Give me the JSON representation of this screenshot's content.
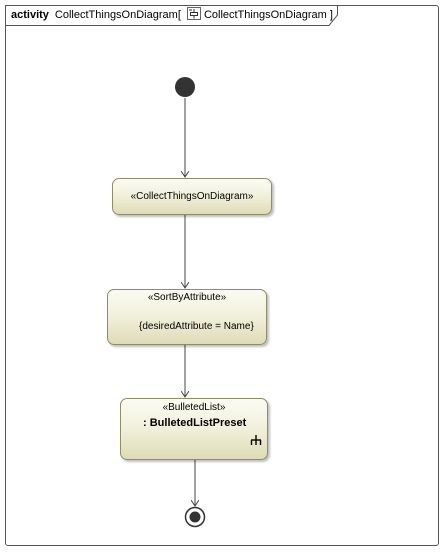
{
  "frame": {
    "kind": "activity",
    "name": "CollectThingsOnDiagram",
    "bracket_open": "[",
    "diagram_name": "CollectThingsOnDiagram",
    "bracket_close": "]",
    "diagram_icon": "activity-diagram-icon"
  },
  "nodes": {
    "collect": {
      "stereotype": "«CollectThingsOnDiagram»"
    },
    "sort": {
      "stereotype": "«SortByAttribute»",
      "constraint": "{desiredAttribute = Name}"
    },
    "bulleted": {
      "stereotype": "«BulletedList»",
      "name": ": BulletedListPreset",
      "icon": "call-behavior-rake-icon"
    }
  },
  "colors": {
    "node_fill_top": "#fbfbf2",
    "node_fill_bottom": "#dedcb6",
    "node_border": "#8d8d6a",
    "initial_node": "#333333",
    "edge": "#444444"
  }
}
